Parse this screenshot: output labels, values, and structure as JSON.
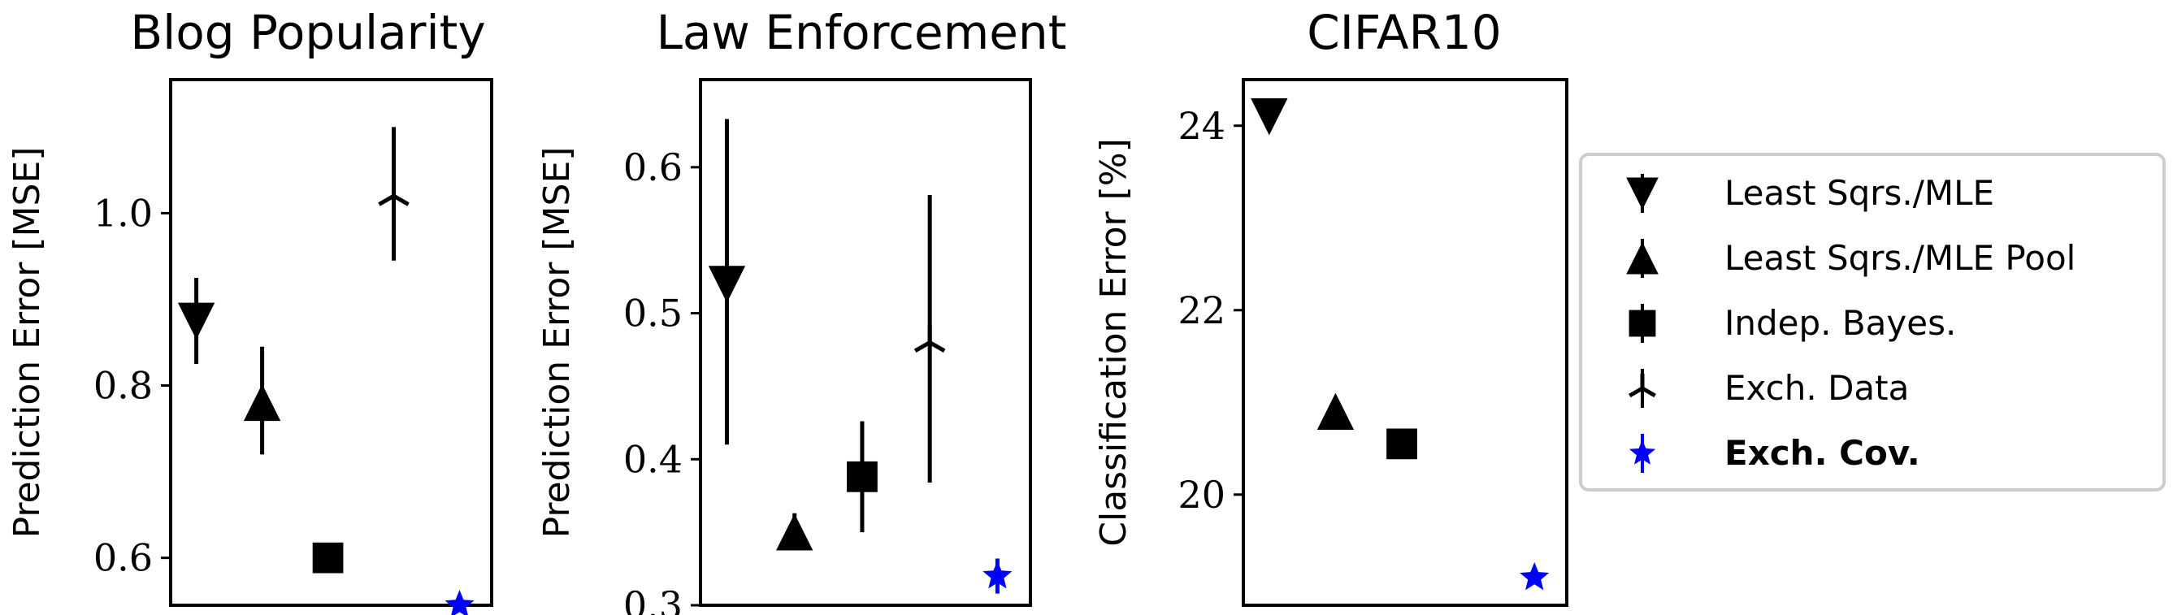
{
  "chart_data": [
    {
      "type": "scatter",
      "title": "Blog Popularity",
      "ylabel": "Prediction Error [MSE]",
      "xlabel": "",
      "ylim": [
        0.545,
        1.155
      ],
      "yticks": [
        0.6,
        0.8,
        1.0
      ],
      "yticklabels": [
        "0.6",
        "0.8",
        "1.0"
      ],
      "grid": false,
      "series": [
        {
          "name": "Least Sqrs./MLE",
          "value": 0.875,
          "err_low": 0.825,
          "err_high": 0.925
        },
        {
          "name": "Least Sqrs./MLE Pool",
          "value": 0.78,
          "err_low": 0.72,
          "err_high": 0.845
        },
        {
          "name": "Indep. Bayes.",
          "value": 0.6,
          "err_low": 0.6,
          "err_high": 0.6
        },
        {
          "name": "Exch. Data",
          "value": 1.02,
          "err_low": 0.945,
          "err_high": 1.1
        },
        {
          "name": "Exch. Cov.",
          "value": 0.545,
          "err_low": 0.545,
          "err_high": 0.545
        }
      ]
    },
    {
      "type": "scatter",
      "title": "Law Enforcement",
      "ylabel": "Prediction Error [MSE]",
      "xlabel": "",
      "ylim": [
        0.3,
        0.66
      ],
      "yticks": [
        0.3,
        0.4,
        0.5,
        0.6
      ],
      "yticklabels": [
        "0.3",
        "0.4",
        "0.5",
        "0.6"
      ],
      "grid": false,
      "series": [
        {
          "name": "Least Sqrs./MLE",
          "value": 0.52,
          "err_low": 0.41,
          "err_high": 0.633
        },
        {
          "name": "Least Sqrs./MLE Pool",
          "value": 0.35,
          "err_low": 0.338,
          "err_high": 0.363
        },
        {
          "name": "Indep. Bayes.",
          "value": 0.388,
          "err_low": 0.35,
          "err_high": 0.426
        },
        {
          "name": "Exch. Data",
          "value": 0.48,
          "err_low": 0.384,
          "err_high": 0.581
        },
        {
          "name": "Exch. Cov.",
          "value": 0.32,
          "err_low": 0.308,
          "err_high": 0.332
        }
      ]
    },
    {
      "type": "scatter",
      "title": "CIFAR10",
      "ylabel": "Classification Error [%]",
      "xlabel": "",
      "ylim": [
        18.8,
        24.5
      ],
      "yticks": [
        20,
        22,
        24
      ],
      "yticklabels": [
        "20",
        "22",
        "24"
      ],
      "grid": false,
      "series": [
        {
          "name": "Least Sqrs./MLE",
          "value": 24.1,
          "err_low": 23.95,
          "err_high": 24.25
        },
        {
          "name": "Least Sqrs./MLE Pool",
          "value": 20.9,
          "err_low": 20.9,
          "err_high": 20.9
        },
        {
          "name": "Indep. Bayes.",
          "value": 20.55,
          "err_low": 20.55,
          "err_high": 20.55
        },
        {
          "name": "Exch. Cov.",
          "value": 19.1,
          "err_low": 19.1,
          "err_high": 19.1
        }
      ]
    }
  ],
  "legend": {
    "placement": "right",
    "items": [
      {
        "label": "Least Sqrs./MLE",
        "marker": "triangle-down",
        "color": "#000000",
        "bold": false
      },
      {
        "label": "Least Sqrs./MLE Pool",
        "marker": "triangle-up",
        "color": "#000000",
        "bold": false
      },
      {
        "label": "Indep. Bayes.",
        "marker": "square",
        "color": "#000000",
        "bold": false
      },
      {
        "label": "Exch. Data",
        "marker": "tri-up",
        "color": "#000000",
        "bold": false
      },
      {
        "label": "Exch. Cov.",
        "marker": "star",
        "color": "#0000ff",
        "bold": true
      }
    ]
  },
  "colors": {
    "default": "#000000",
    "highlight": "#0000ff"
  }
}
